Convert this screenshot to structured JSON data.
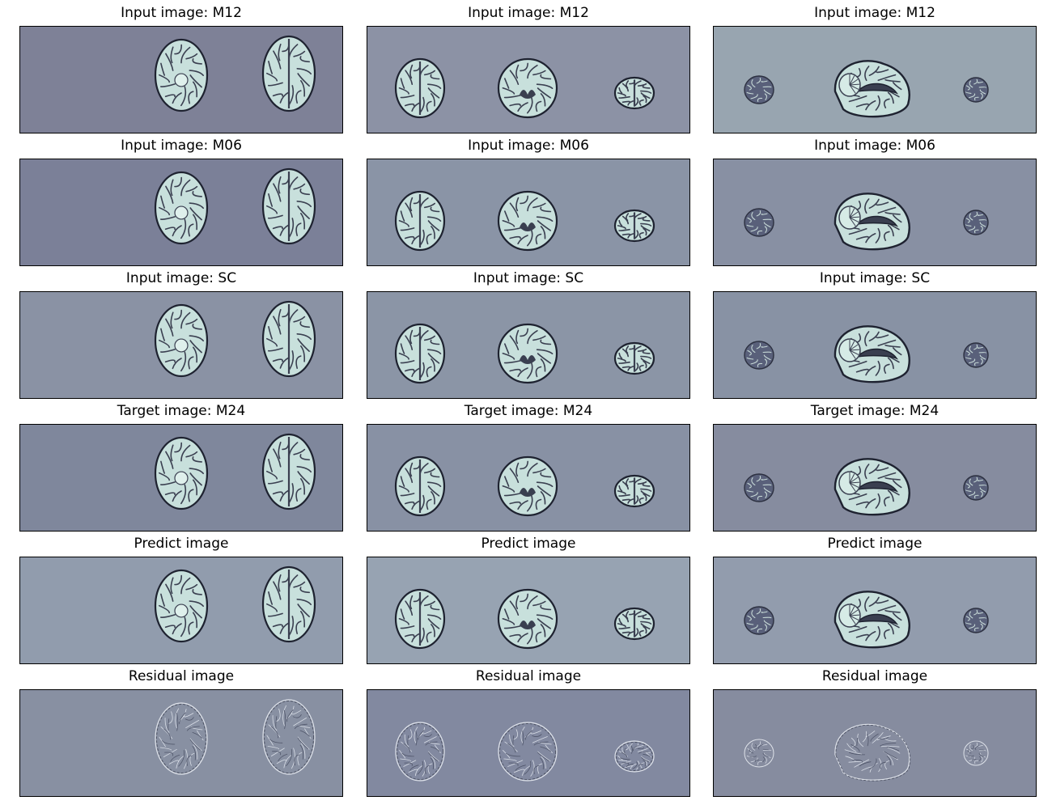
{
  "colors": {
    "bg_dark": "#7d8298",
    "bg_mid": "#8a91a5",
    "bg_light": "#98a4b2",
    "tissue_light": "#c8e0dc",
    "tissue_dark": "#3a3f50",
    "outline": "#1e2230"
  },
  "rows": [
    {
      "name": "input-m12",
      "titles": [
        "Input image: M12",
        "Input image: M12",
        "Input image: M12"
      ],
      "backgrounds": [
        "#7e8197",
        "#8c92a5",
        "#98a5b0"
      ],
      "kind": "brain"
    },
    {
      "name": "input-m06",
      "titles": [
        "Input image: M06",
        "Input image: M06",
        "Input image: M06"
      ],
      "backgrounds": [
        "#7b8098",
        "#8a94a6",
        "#8890a3"
      ],
      "kind": "brain"
    },
    {
      "name": "input-sc",
      "titles": [
        "Input image: SC",
        "Input image: SC",
        "Input image: SC"
      ],
      "backgrounds": [
        "#8a92a4",
        "#8b95a6",
        "#8892a4"
      ],
      "kind": "brain"
    },
    {
      "name": "target-m24",
      "titles": [
        "Target image: M24",
        "Target image: M24",
        "Target image: M24"
      ],
      "backgrounds": [
        "#7f879c",
        "#8891a4",
        "#868c9f"
      ],
      "kind": "brain"
    },
    {
      "name": "predict",
      "titles": [
        "Predict image",
        "Predict image",
        "Predict image"
      ],
      "backgrounds": [
        "#919cad",
        "#97a3b2",
        "#929cad"
      ],
      "kind": "brain"
    },
    {
      "name": "residual",
      "titles": [
        "Residual image",
        "Residual image",
        "Residual image"
      ],
      "backgrounds": [
        "#8890a2",
        "#8289a0",
        "#868c9f"
      ],
      "kind": "residual"
    }
  ]
}
